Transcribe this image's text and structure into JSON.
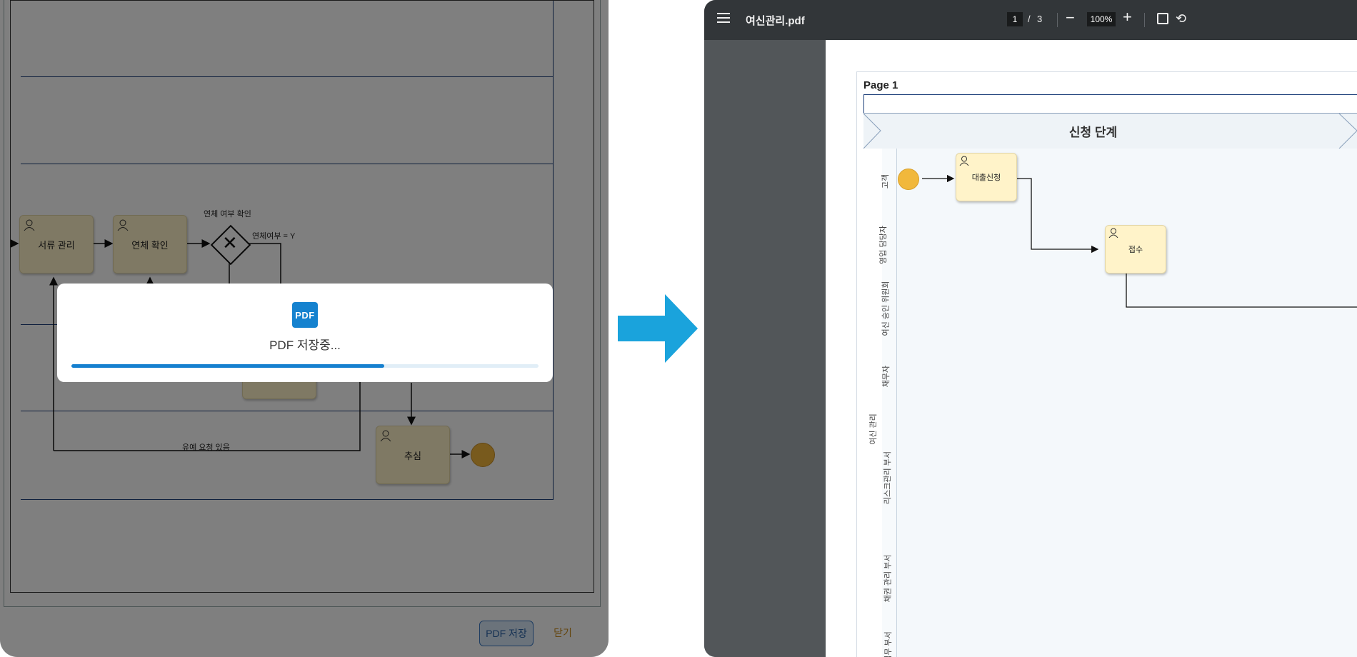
{
  "left": {
    "gateway_label": "연체 여부 확인",
    "condition_label": "연체여부 = Y",
    "tasks": {
      "docs": "서류 관리",
      "overdue_check": "연체 확인",
      "collect": "추심"
    },
    "loop_label": "유예 요청 있음",
    "modal": {
      "icon_text": "PDF",
      "message": "PDF 저장중...",
      "progress": 0.67
    },
    "buttons": {
      "save_pdf": "PDF 저장",
      "close": "닫기"
    }
  },
  "viewer": {
    "file_name": "여신관리.pdf",
    "current_page": "1",
    "page_separator": "/",
    "total_pages": "3",
    "zoom": "100%",
    "page_label": "Page 1",
    "phase_title": "신청 단계",
    "pool_name": "여신 관리",
    "lanes": [
      "고객",
      "영업 담당자",
      "여신 승인 위원회",
      "채무자",
      "리스크관리 부서",
      "채권 관리 부서",
      "법무 부서"
    ],
    "tasks": {
      "loan_request": "대출신청",
      "receive": "접수"
    }
  },
  "colors": {
    "accent": "#1582cf",
    "task_fill": "#fff3c9",
    "start_event": "#f1b83c",
    "arrow": "#1aa3dc"
  }
}
